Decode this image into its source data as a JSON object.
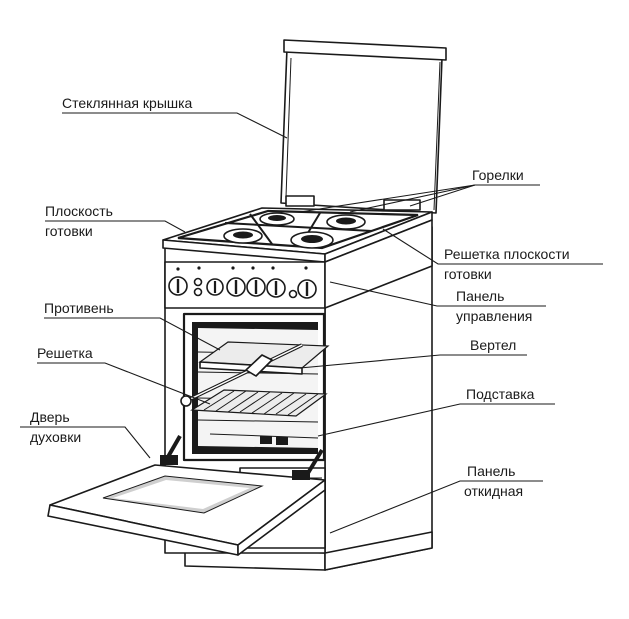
{
  "labels": {
    "glass_lid": "Стеклянная крышка",
    "burners": "Горелки",
    "cooking_surface_1": "Плоскость",
    "cooking_surface_2": "готовки",
    "cooktop_grate_1": "Решетка плоскости",
    "cooktop_grate_2": "готовки",
    "control_panel_1": "Панель",
    "control_panel_2": "управления",
    "baking_tray": "Противень",
    "rotisserie_spit": "Вертел",
    "oven_rack": "Решетка",
    "support_tray": "Подставка",
    "oven_door_1": "Дверь",
    "oven_door_2": "духовки",
    "drop_down_panel_1": "Панель",
    "drop_down_panel_2": "откидная"
  }
}
